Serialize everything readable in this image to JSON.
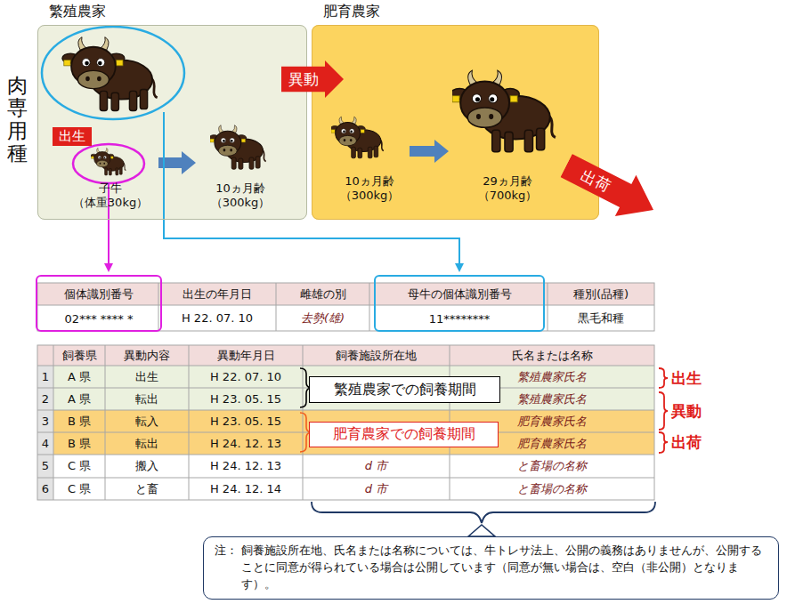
{
  "diagram": {
    "nodes": [
      {
        "text": [
          "繁殖農家"
        ]
      },
      {
        "text": [
          "出生"
        ],
        "in": 0
      },
      {
        "text": [
          "肥育農家"
        ]
      },
      {
        "text": [
          "異動"
        ]
      },
      {
        "text": [
          "出荷"
        ]
      },
      {
        "text": [
          "個体識別番号",
          "02*** **** *"
        ]
      },
      {
        "text": [
          "母牛の個体識別番号",
          "11********"
        ]
      },
      {
        "text": [
          "繁殖農家での飼養期間"
        ]
      },
      {
        "text": [
          "肥育農家での飼養期間"
        ]
      },
      {
        "text": [
          "注： 飼養施設所在地、氏名または名称については、牛トレサ法上、公開の義務はありませんが、公開することに同意が得られている場合は公開しています（同意が無い場合は、空白（非公開）となります）。"
        ]
      }
    ],
    "labels": [
      "肉専用種",
      "子牛 （体重30kg）",
      "10ヵ月齢 （300kg）",
      "10ヵ月齢 （300kg）",
      "29ヵ月齢 （700kg）",
      "出生の年月日",
      "雌雄の別",
      "種別(品種)",
      "H 22. 07. 10",
      "去勢(雄)",
      "黒毛和種",
      "飼養県",
      "異動内容",
      "異動年月日",
      "飼養施設所在地",
      "氏名または名称",
      "1",
      "A 県",
      "出生",
      "H 22. 07. 10",
      "繁殖農家氏名",
      "2",
      "A 県",
      "転出",
      "H 23. 05. 15",
      "繁殖農家氏名",
      "3",
      "B 県",
      "転入",
      "H 23. 05. 15",
      "肥育農家氏名",
      "4",
      "B 県",
      "転出",
      "H 24. 12. 13",
      "肥育農家氏名",
      "5",
      "C 県",
      "搬入",
      "H 24. 12. 13",
      "d 市",
      "と畜場の名称",
      "6",
      "C 県",
      "と畜",
      "H 24. 12. 14",
      "d 市",
      "と畜場の名称",
      "出生",
      "異動",
      "出荷"
    ]
  }
}
